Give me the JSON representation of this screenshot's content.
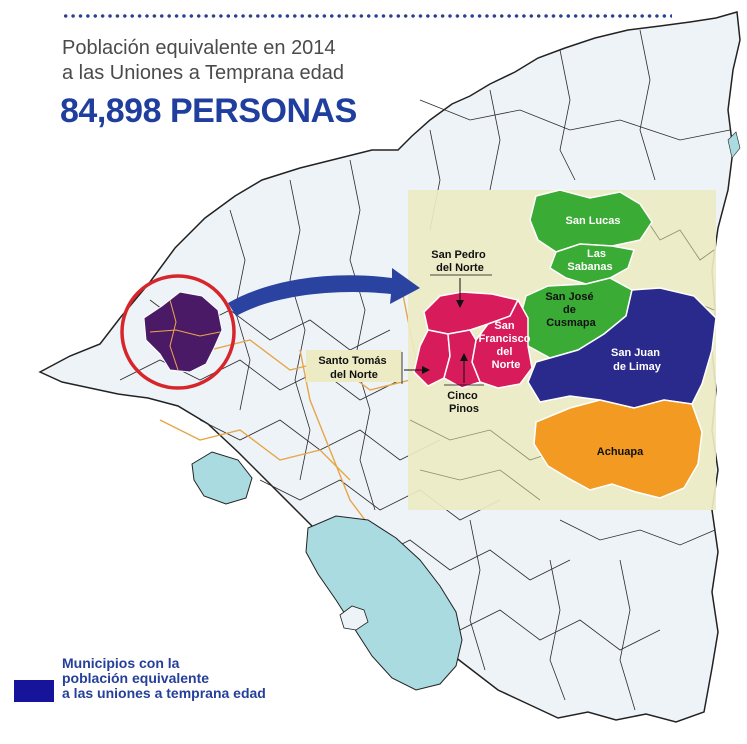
{
  "header": {
    "subtitle_line1": "Población equivalente en 2014",
    "subtitle_line2": "a las Uniones a Temprana edad",
    "headline": "84,898 PERSONAS"
  },
  "map": {
    "municipalities": [
      {
        "id": "san-lucas",
        "label_lines": [
          "San Lucas"
        ],
        "color": "#3aab35"
      },
      {
        "id": "las-sabanas",
        "label_lines": [
          "Las",
          "Sabanas"
        ],
        "color": "#3aab35"
      },
      {
        "id": "san-jose-de-cusmapa",
        "label_lines": [
          "San José",
          "de",
          "Cusmapa"
        ],
        "color": "#3aab35"
      },
      {
        "id": "san-juan-de-limay",
        "label_lines": [
          "San Juan",
          "de Limay"
        ],
        "color": "#2a2a8c"
      },
      {
        "id": "achuapa",
        "label_lines": [
          "Achuapa"
        ],
        "color": "#f29a22"
      },
      {
        "id": "san-pedro-del-norte",
        "label_lines": [
          "San Pedro",
          "del Norte"
        ],
        "color": "#d81b5a"
      },
      {
        "id": "san-francisco-del-norte",
        "label_lines": [
          "San",
          "Francisco",
          "del",
          "Norte"
        ],
        "color": "#d81b5a"
      },
      {
        "id": "santo-tomas-del-norte",
        "label_lines": [
          "Santo Tomás",
          "del Norte"
        ],
        "color": "#d81b5a"
      },
      {
        "id": "cinco-pinos",
        "label_lines": [
          "Cinco",
          "Pinos"
        ],
        "color": "#d81b5a"
      }
    ],
    "colors": {
      "land": "#eef3f8",
      "water": "#a9dbe0",
      "highlight_panel": "#ecebc4",
      "district_purple": "#4b1a66",
      "arrow": "#2a43a0",
      "circle": "#d7262b",
      "roads": "#e6a648",
      "borders": "#1a1a1a"
    }
  },
  "legend": {
    "line1": "Municipios con la",
    "line2": "población equivalente",
    "line3": "a las uniones a temprana edad",
    "swatch_color": "#16149a"
  }
}
